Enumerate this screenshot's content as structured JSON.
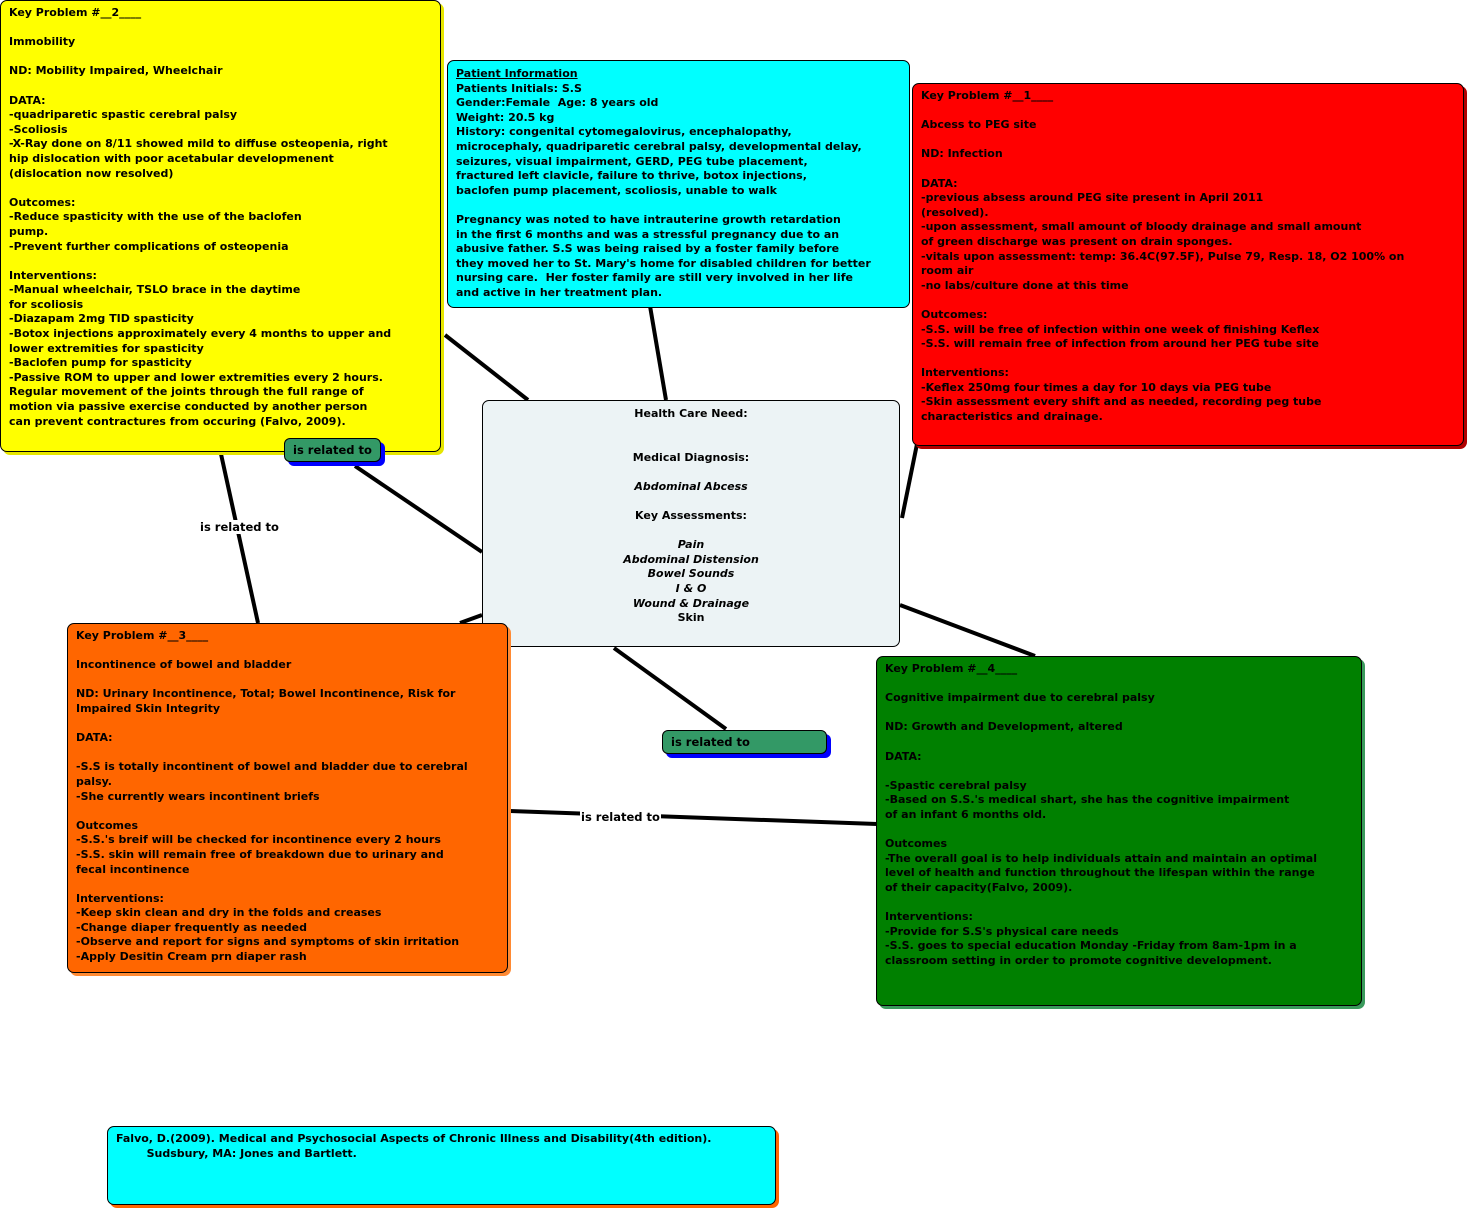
{
  "colors": {
    "yellow": "#ffff00",
    "cyan": "#00ffff",
    "red": "#ff0000",
    "orange": "#ff6600",
    "green": "#008000",
    "center": "#ecf3f5",
    "pill": "#339966",
    "pill_shadow": "#0000ff"
  },
  "key_problem_2": {
    "text": "Key Problem #__2____\n\nImmobility\n\nND: Mobility Impaired, Wheelchair\n\nDATA:\n-quadriparetic spastic cerebral palsy\n-Scoliosis\n-X-Ray done on 8/11 showed mild to diffuse osteopenia, right\nhip dislocation with poor acetabular developmenent\n(dislocation now resolved)\n\nOutcomes:\n-Reduce spasticity with the use of the baclofen\npump.\n-Prevent further complications of osteopenia\n\nInterventions:\n-Manual wheelchair, TSLO brace in the daytime\nfor scoliosis\n-Diazapam 2mg TID spasticity\n-Botox injections approximately every 4 months to upper and\nlower extremities for spasticity\n-Baclofen pump for spasticity\n-Passive ROM to upper and lower extremities every 2 hours.\nRegular movement of the joints through the full range of\nmotion via passive exercise conducted by another person\ncan prevent contractures from occuring (Falvo, 2009)."
  },
  "patient_info": {
    "title": "Patient Information",
    "text": "Patients Initials: S.S\nGender:Female  Age: 8 years old\nWeight: 20.5 kg\nHistory: congenital cytomegalovirus, encephalopathy,\nmicrocephaly, quadriparetic cerebral palsy, developmental delay,\nseizures, visual impairment, GERD, PEG tube placement,\nfractured left clavicle, failure to thrive, botox injections,\nbaclofen pump placement, scoliosis, unable to walk\n\nPregnancy was noted to have intrauterine growth retardation\nin the first 6 months and was a stressful pregnancy due to an\nabusive father. S.S was being raised by a foster family before\nthey moved her to St. Mary's home for disabled children for better\nnursing care.  Her foster family are still very involved in her life\nand active in her treatment plan."
  },
  "key_problem_1": {
    "text": "Key Problem #__1____\n\nAbcess to PEG site\n\nND: Infection\n\nDATA:\n-previous absess around PEG site present in April 2011\n(resolved).\n-upon assessment, small amount of bloody drainage and small amount\nof green discharge was present on drain sponges.\n-vitals upon assessment: temp: 36.4C(97.5F), Pulse 79, Resp. 18, O2 100% on\nroom air\n-no labs/culture done at this time\n\nOutcomes:\n-S.S. will be free of infection within one week of finishing Keflex\n-S.S. will remain free of infection from around her PEG tube site\n\nInterventions:\n-Keflex 250mg four times a day for 10 days via PEG tube\n-Skin assessment every shift and as needed, recording peg tube\ncharacteristics and drainage."
  },
  "center": {
    "health_care_need": "Health Care Need:",
    "medical_diagnosis_label": "Medical Diagnosis:",
    "medical_diagnosis": "Abdominal Abcess",
    "key_assessments_label": "Key Assessments:",
    "assessments": [
      "Pain",
      "Abdominal Distension",
      "Bowel Sounds",
      "I & O",
      "Wound & Drainage"
    ],
    "last_assessment": "Skin"
  },
  "key_problem_3": {
    "text": "Key Problem #__3____\n\nIncontinence of bowel and bladder\n\nND: Urinary Incontinence, Total; Bowel Incontinence, Risk for\nImpaired Skin Integrity\n\nDATA:\n\n-S.S is totally incontinent of bowel and bladder due to cerebral\npalsy.\n-She currently wears incontinent briefs\n\nOutcomes\n-S.S.'s breif will be checked for incontinence every 2 hours\n-S.S. skin will remain free of breakdown due to urinary and\nfecal incontinence\n\nInterventions:\n-Keep skin clean and dry in the folds and creases\n-Change diaper frequently as needed\n-Observe and report for signs and symptoms of skin irritation\n-Apply Desitin Cream prn diaper rash"
  },
  "key_problem_4": {
    "text": "Key Problem #__4____\n\nCognitive impairment due to cerebral palsy\n\nND: Growth and Development, altered\n\nDATA:\n\n-Spastic cerebral palsy\n-Based on S.S.'s medical shart, she has the cognitive impairment\nof an infant 6 months old.\n\nOutcomes\n-The overall goal is to help individuals attain and maintain an optimal\nlevel of health and function throughout the lifespan within the range\nof their capacity(Falvo, 2009).\n\nInterventions:\n-Provide for S.S's physical care needs\n-S.S. goes to special education Monday -Friday from 8am-1pm in a\nclassroom setting in order to promote cognitive development."
  },
  "citation": {
    "text": "Falvo, D.(2009). Medical and Psychosocial Aspects of Chronic Illness and Disability(4th edition).\n        Sudsbury, MA: Jones and Bartlett."
  },
  "links": {
    "pill_1": "is related to",
    "pill_2": "is related to",
    "label_1": "is related to",
    "label_2": "is related to"
  }
}
